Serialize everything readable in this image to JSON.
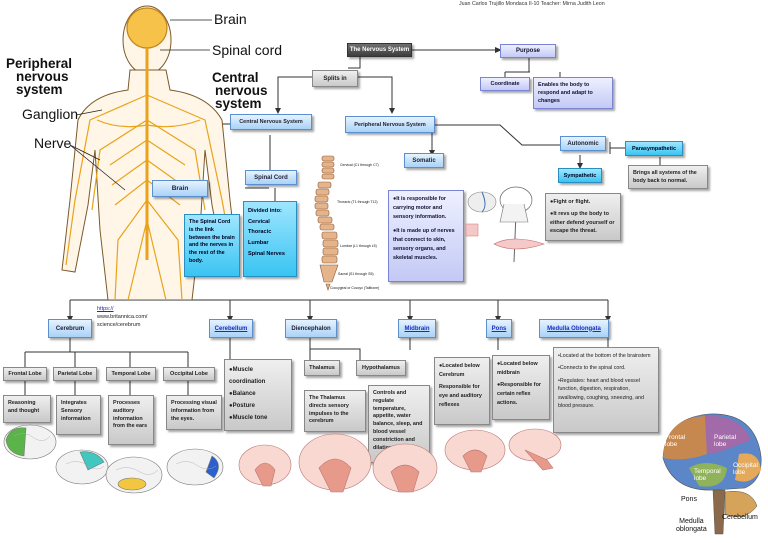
{
  "header": {
    "author": "Juan Carlos Trujillo Mondaca II-10 Teacher: Mirna Judith Leon"
  },
  "left_figure": {
    "labels": {
      "brain": "Brain",
      "spinal_cord": "Spinal cord",
      "pns": [
        "Peripheral",
        "nervous",
        "system"
      ],
      "cns": [
        "Central",
        "nervous",
        "system"
      ],
      "ganglion": "Ganglion",
      "nerve": "Nerve"
    }
  },
  "top": {
    "nervous_system": "The Nervous System",
    "splits_in": "Splits in",
    "purpose": "Purpose",
    "coordinate": "Coordinate",
    "enables": "Enables the body to respond and adapt to changes"
  },
  "cns": {
    "title": "Central Nervous System",
    "spinal_cord": "Spinal Cord",
    "brain": "Brain",
    "link_text": "The Spinal Cord is the link between the brain and the nerves in the rest of the body.",
    "divided": {
      "title": "Divided into:",
      "items": [
        "Cervical",
        "Thoracic",
        "Lumbar",
        "Spinal Nerves"
      ]
    }
  },
  "spine_labels": [
    "Cervical (C1 through C7)",
    "Thoracic (T1 through T12)",
    "Lumbar (L1 through L5)",
    "Sacral (S1 through S5)",
    "Coccygeal or Coccyx (Tailbone)"
  ],
  "pns": {
    "title": "Peripheral Nervous System",
    "somatic": "Somatic",
    "somatic_text": [
      "●It is responsible for carrying motor and sensory information.",
      "●It is made up of nerves that connect to skin, sensory organs, and skeletal muscles."
    ],
    "autonomic": "Autonomic",
    "parasympathetic": "Parasympathetic",
    "para_text": "Brings all systems of the body back to normal.",
    "sympathetic": "Sympathetic",
    "symp_text": [
      "●Fight or flight.",
      "●It revs up the body to either defend yourself or escape the threat."
    ]
  },
  "source": {
    "lines": [
      "https://",
      "www.britannica.com/",
      "science/cerebrum"
    ]
  },
  "bottom": {
    "cerebrum": "Cerebrum",
    "lobes": [
      {
        "title": "Frontal Lobe",
        "text": "Reasoning and thought"
      },
      {
        "title": "Parietal Lobe",
        "text": "Integrates Sensory information"
      },
      {
        "title": "Temporal Lobe",
        "text": "Processes auditory information from the ears"
      },
      {
        "title": "Occipital Lobe",
        "text": "Processing visual information from the eyes."
      }
    ],
    "cerebellum": "Cerebellum",
    "cerebellum_items": [
      "●Muscle coordination",
      "●Balance",
      "●Posture",
      "●Muscle tone"
    ],
    "diencephalon": "Diencephalon",
    "thalamus": "Thalamus",
    "thalamus_text": "The Thalamus directs sensory impulses to the cerebrum",
    "hypothalamus": "Hypothalamus",
    "hypo_text": "Controls and regulate temperature, appetite, water balance, sleep, and blood vessel constriction and dilation.",
    "midbrain": "Midbrain",
    "midbrain_text": [
      "●Located below Cerebrum",
      "Responsible for eye and auditory reflexes"
    ],
    "pons": "Pons",
    "pons_text": [
      "●Located below midbrain",
      "●Responsible for certain reflex actions."
    ],
    "medulla": "Medulla Oblongata",
    "medulla_text": [
      "•Located at the bottom of the brainstem",
      "•Connects to the spinal cord.",
      "•Regulates: heart and blood vessel function, digestion, respiration, swallowing, coughing, sneezing, and blood pressure."
    ]
  },
  "brain_labels": {
    "frontal": [
      "Frontal",
      "lobe"
    ],
    "parietal": [
      "Parietal",
      "lobe"
    ],
    "temporal": [
      "Temporal",
      "lobe"
    ],
    "occipital": [
      "Occipital",
      "lobe"
    ],
    "pons": "Pons",
    "medulla": [
      "Medulla",
      "oblongata"
    ],
    "cerebellum": "Cerebellum"
  }
}
